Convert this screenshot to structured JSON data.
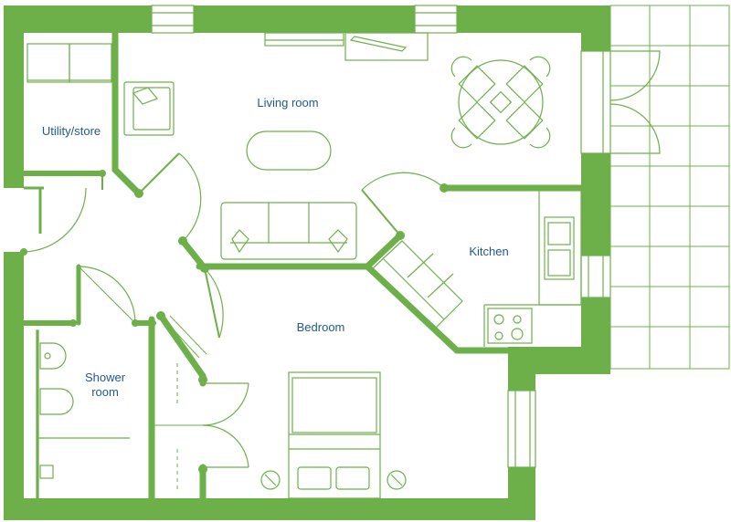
{
  "colors": {
    "wall": "#6db04a",
    "line": "#6db04a",
    "label": "#1f5a8c",
    "background": "#ffffff"
  },
  "rooms": {
    "living": {
      "label": "Living room"
    },
    "utility": {
      "label": "Utility/store"
    },
    "kitchen": {
      "label": "Kitchen"
    },
    "bedroom": {
      "label": "Bedroom"
    },
    "shower_line1": {
      "label": "Shower"
    },
    "shower_line2": {
      "label": "room"
    }
  }
}
